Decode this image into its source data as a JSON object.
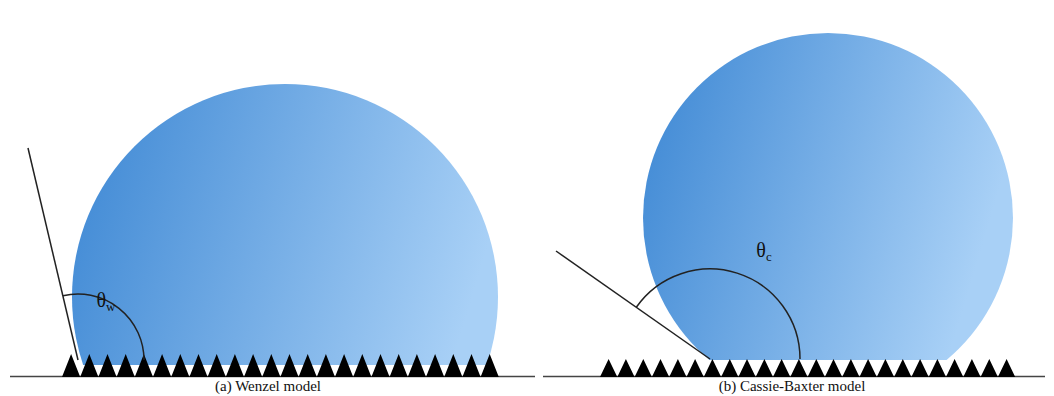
{
  "diagram": {
    "labels": [
      "θw",
      "θc",
      "(a) Wenzel model",
      "(b) Cassie-Baxter model"
    ]
  }
}
